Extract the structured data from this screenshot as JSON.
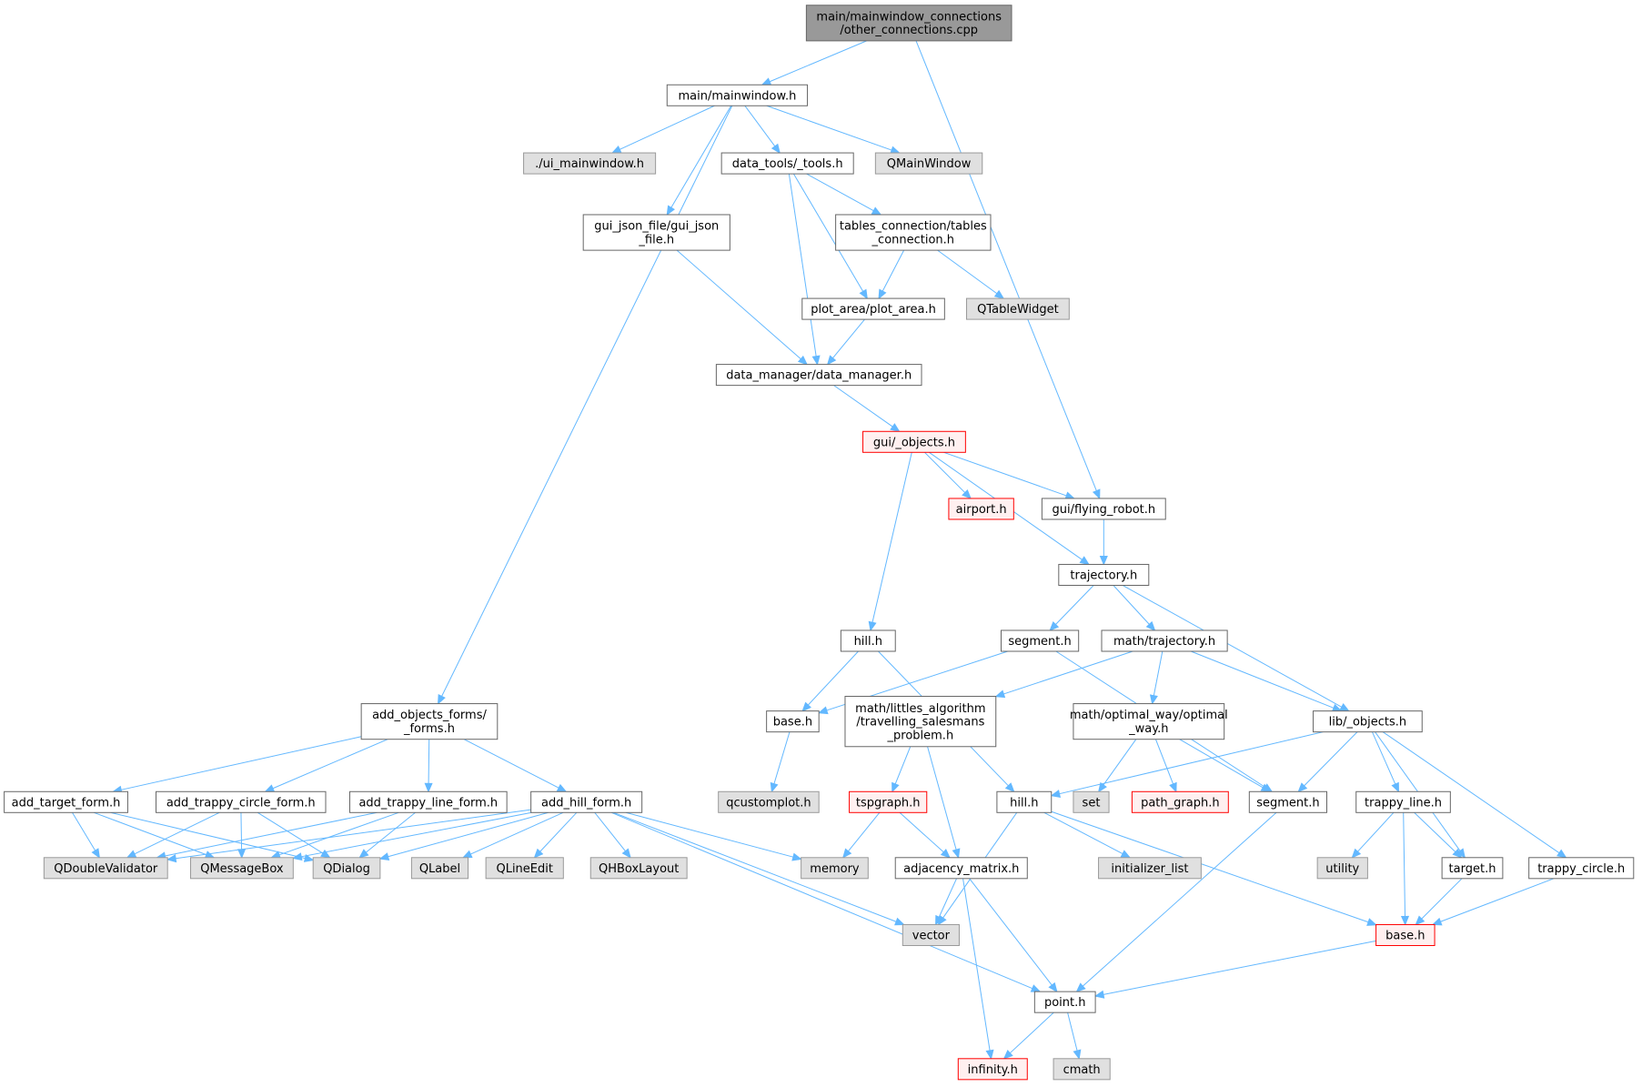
{
  "colors": {
    "root_fill": "#999999",
    "normal_fill": "#ffffff",
    "normal_stroke": "#666666",
    "external_fill": "#e0e0e0",
    "external_stroke": "#999999",
    "red_fill": "#fff0f0",
    "red_stroke": "#ff0000",
    "edge": "#63b8ff"
  },
  "nodes": [
    {
      "id": "root",
      "lines": [
        "main/mainwindow_connections",
        "/other_connections.cpp"
      ],
      "style": "root"
    },
    {
      "id": "mainwindow",
      "lines": [
        "main/mainwindow.h"
      ],
      "style": "normal"
    },
    {
      "id": "ui_mainwindow",
      "lines": [
        "./ui_mainwindow.h"
      ],
      "style": "external"
    },
    {
      "id": "data_tools",
      "lines": [
        "data_tools/_tools.h"
      ],
      "style": "normal"
    },
    {
      "id": "qmainwindow",
      "lines": [
        "QMainWindow"
      ],
      "style": "external"
    },
    {
      "id": "gui_json",
      "lines": [
        "gui_json_file/gui_json",
        "_file.h"
      ],
      "style": "normal"
    },
    {
      "id": "tables_conn",
      "lines": [
        "tables_connection/tables",
        "_connection.h"
      ],
      "style": "normal"
    },
    {
      "id": "plot_area",
      "lines": [
        "plot_area/plot_area.h"
      ],
      "style": "normal"
    },
    {
      "id": "qtablewidget",
      "lines": [
        "QTableWidget"
      ],
      "style": "external"
    },
    {
      "id": "data_manager",
      "lines": [
        "data_manager/data_manager.h"
      ],
      "style": "normal"
    },
    {
      "id": "gui_objects",
      "lines": [
        "gui/_objects.h"
      ],
      "style": "red"
    },
    {
      "id": "airport",
      "lines": [
        "airport.h"
      ],
      "style": "red"
    },
    {
      "id": "flying_robot",
      "lines": [
        "gui/flying_robot.h"
      ],
      "style": "normal"
    },
    {
      "id": "trajectory",
      "lines": [
        "trajectory.h"
      ],
      "style": "normal"
    },
    {
      "id": "hill_a",
      "lines": [
        "hill.h"
      ],
      "style": "normal"
    },
    {
      "id": "segment_a",
      "lines": [
        "segment.h"
      ],
      "style": "normal"
    },
    {
      "id": "math_traj",
      "lines": [
        "math/trajectory.h"
      ],
      "style": "normal"
    },
    {
      "id": "forms",
      "lines": [
        "add_objects_forms/",
        "_forms.h"
      ],
      "style": "normal"
    },
    {
      "id": "littles",
      "lines": [
        "math/littles_algorithm",
        "/travelling_salesmans",
        "_problem.h"
      ],
      "style": "normal"
    },
    {
      "id": "optimal_way",
      "lines": [
        "math/optimal_way/optimal",
        "_way.h"
      ],
      "style": "normal"
    },
    {
      "id": "lib_objects",
      "lines": [
        "lib/_objects.h"
      ],
      "style": "normal"
    },
    {
      "id": "base_a",
      "lines": [
        "base.h"
      ],
      "style": "normal"
    },
    {
      "id": "add_target",
      "lines": [
        "add_target_form.h"
      ],
      "style": "normal"
    },
    {
      "id": "add_circle",
      "lines": [
        "add_trappy_circle_form.h"
      ],
      "style": "normal"
    },
    {
      "id": "add_line",
      "lines": [
        "add_trappy_line_form.h"
      ],
      "style": "normal"
    },
    {
      "id": "add_hill",
      "lines": [
        "add_hill_form.h"
      ],
      "style": "normal"
    },
    {
      "id": "qcustomplot",
      "lines": [
        "qcustomplot.h"
      ],
      "style": "external"
    },
    {
      "id": "tspgraph",
      "lines": [
        "tspgraph.h"
      ],
      "style": "red"
    },
    {
      "id": "hill_b",
      "lines": [
        "hill.h"
      ],
      "style": "normal"
    },
    {
      "id": "set",
      "lines": [
        "set"
      ],
      "style": "external"
    },
    {
      "id": "path_graph",
      "lines": [
        "path_graph.h"
      ],
      "style": "red"
    },
    {
      "id": "segment_b",
      "lines": [
        "segment.h"
      ],
      "style": "normal"
    },
    {
      "id": "trappy_line",
      "lines": [
        "trappy_line.h"
      ],
      "style": "normal"
    },
    {
      "id": "qdoublevalidator",
      "lines": [
        "QDoubleValidator"
      ],
      "style": "external"
    },
    {
      "id": "qmessagebox",
      "lines": [
        "QMessageBox"
      ],
      "style": "external"
    },
    {
      "id": "qdialog",
      "lines": [
        "QDialog"
      ],
      "style": "external"
    },
    {
      "id": "qlabel",
      "lines": [
        "QLabel"
      ],
      "style": "external"
    },
    {
      "id": "qlineedit",
      "lines": [
        "QLineEdit"
      ],
      "style": "external"
    },
    {
      "id": "qhboxlayout",
      "lines": [
        "QHBoxLayout"
      ],
      "style": "external"
    },
    {
      "id": "memory",
      "lines": [
        "memory"
      ],
      "style": "external"
    },
    {
      "id": "adjacency",
      "lines": [
        "adjacency_matrix.h"
      ],
      "style": "normal"
    },
    {
      "id": "initializer_list",
      "lines": [
        "initializer_list"
      ],
      "style": "external"
    },
    {
      "id": "utility",
      "lines": [
        "utility"
      ],
      "style": "external"
    },
    {
      "id": "target",
      "lines": [
        "target.h"
      ],
      "style": "normal"
    },
    {
      "id": "trappy_circle",
      "lines": [
        "trappy_circle.h"
      ],
      "style": "normal"
    },
    {
      "id": "vector",
      "lines": [
        "vector"
      ],
      "style": "external"
    },
    {
      "id": "base_b",
      "lines": [
        "base.h"
      ],
      "style": "red"
    },
    {
      "id": "point",
      "lines": [
        "point.h"
      ],
      "style": "normal"
    },
    {
      "id": "infinity",
      "lines": [
        "infinity.h"
      ],
      "style": "red"
    },
    {
      "id": "cmath",
      "lines": [
        "cmath"
      ],
      "style": "external"
    }
  ],
  "edges": [
    [
      "root",
      "mainwindow"
    ],
    [
      "root",
      "flying_robot"
    ],
    [
      "mainwindow",
      "forms"
    ],
    [
      "mainwindow",
      "ui_mainwindow"
    ],
    [
      "mainwindow",
      "gui_json"
    ],
    [
      "mainwindow",
      "data_tools"
    ],
    [
      "mainwindow",
      "qmainwindow"
    ],
    [
      "data_tools",
      "tables_conn"
    ],
    [
      "data_tools",
      "plot_area"
    ],
    [
      "data_tools",
      "data_manager"
    ],
    [
      "gui_json",
      "data_manager"
    ],
    [
      "tables_conn",
      "plot_area"
    ],
    [
      "tables_conn",
      "qtablewidget"
    ],
    [
      "plot_area",
      "data_manager"
    ],
    [
      "data_manager",
      "gui_objects"
    ],
    [
      "gui_objects",
      "airport"
    ],
    [
      "gui_objects",
      "flying_robot"
    ],
    [
      "gui_objects",
      "trajectory"
    ],
    [
      "gui_objects",
      "hill_a"
    ],
    [
      "flying_robot",
      "trajectory"
    ],
    [
      "trajectory",
      "segment_a"
    ],
    [
      "trajectory",
      "math_traj"
    ],
    [
      "trajectory",
      "lib_objects"
    ],
    [
      "hill_a",
      "base_a"
    ],
    [
      "hill_a",
      "hill_b"
    ],
    [
      "segment_a",
      "base_a"
    ],
    [
      "segment_a",
      "segment_b"
    ],
    [
      "math_traj",
      "littles"
    ],
    [
      "math_traj",
      "optimal_way"
    ],
    [
      "math_traj",
      "lib_objects"
    ],
    [
      "base_a",
      "qcustomplot"
    ],
    [
      "littles",
      "tspgraph"
    ],
    [
      "littles",
      "adjacency"
    ],
    [
      "optimal_way",
      "set"
    ],
    [
      "optimal_way",
      "path_graph"
    ],
    [
      "optimal_way",
      "segment_b"
    ],
    [
      "lib_objects",
      "hill_b"
    ],
    [
      "lib_objects",
      "segment_b"
    ],
    [
      "lib_objects",
      "trappy_line"
    ],
    [
      "lib_objects",
      "target"
    ],
    [
      "lib_objects",
      "trappy_circle"
    ],
    [
      "forms",
      "add_target"
    ],
    [
      "forms",
      "add_circle"
    ],
    [
      "forms",
      "add_line"
    ],
    [
      "forms",
      "add_hill"
    ],
    [
      "add_target",
      "qdoublevalidator"
    ],
    [
      "add_target",
      "qmessagebox"
    ],
    [
      "add_target",
      "qdialog"
    ],
    [
      "add_circle",
      "qdoublevalidator"
    ],
    [
      "add_circle",
      "qmessagebox"
    ],
    [
      "add_circle",
      "qdialog"
    ],
    [
      "add_line",
      "qdoublevalidator"
    ],
    [
      "add_line",
      "qmessagebox"
    ],
    [
      "add_line",
      "qdialog"
    ],
    [
      "add_hill",
      "qdoublevalidator"
    ],
    [
      "add_hill",
      "qmessagebox"
    ],
    [
      "add_hill",
      "qdialog"
    ],
    [
      "add_hill",
      "qlabel"
    ],
    [
      "add_hill",
      "qlineedit"
    ],
    [
      "add_hill",
      "qhboxlayout"
    ],
    [
      "add_hill",
      "memory"
    ],
    [
      "add_hill",
      "vector"
    ],
    [
      "add_hill",
      "point"
    ],
    [
      "tspgraph",
      "memory"
    ],
    [
      "tspgraph",
      "adjacency"
    ],
    [
      "adjacency",
      "vector"
    ],
    [
      "adjacency",
      "infinity"
    ],
    [
      "adjacency",
      "point"
    ],
    [
      "hill_b",
      "vector"
    ],
    [
      "hill_b",
      "initializer_list"
    ],
    [
      "hill_b",
      "base_b"
    ],
    [
      "segment_b",
      "point"
    ],
    [
      "trappy_line",
      "utility"
    ],
    [
      "trappy_line",
      "target"
    ],
    [
      "trappy_line",
      "base_b"
    ],
    [
      "target",
      "base_b"
    ],
    [
      "trappy_circle",
      "base_b"
    ],
    [
      "base_b",
      "point"
    ],
    [
      "point",
      "infinity"
    ],
    [
      "point",
      "cmath"
    ]
  ]
}
